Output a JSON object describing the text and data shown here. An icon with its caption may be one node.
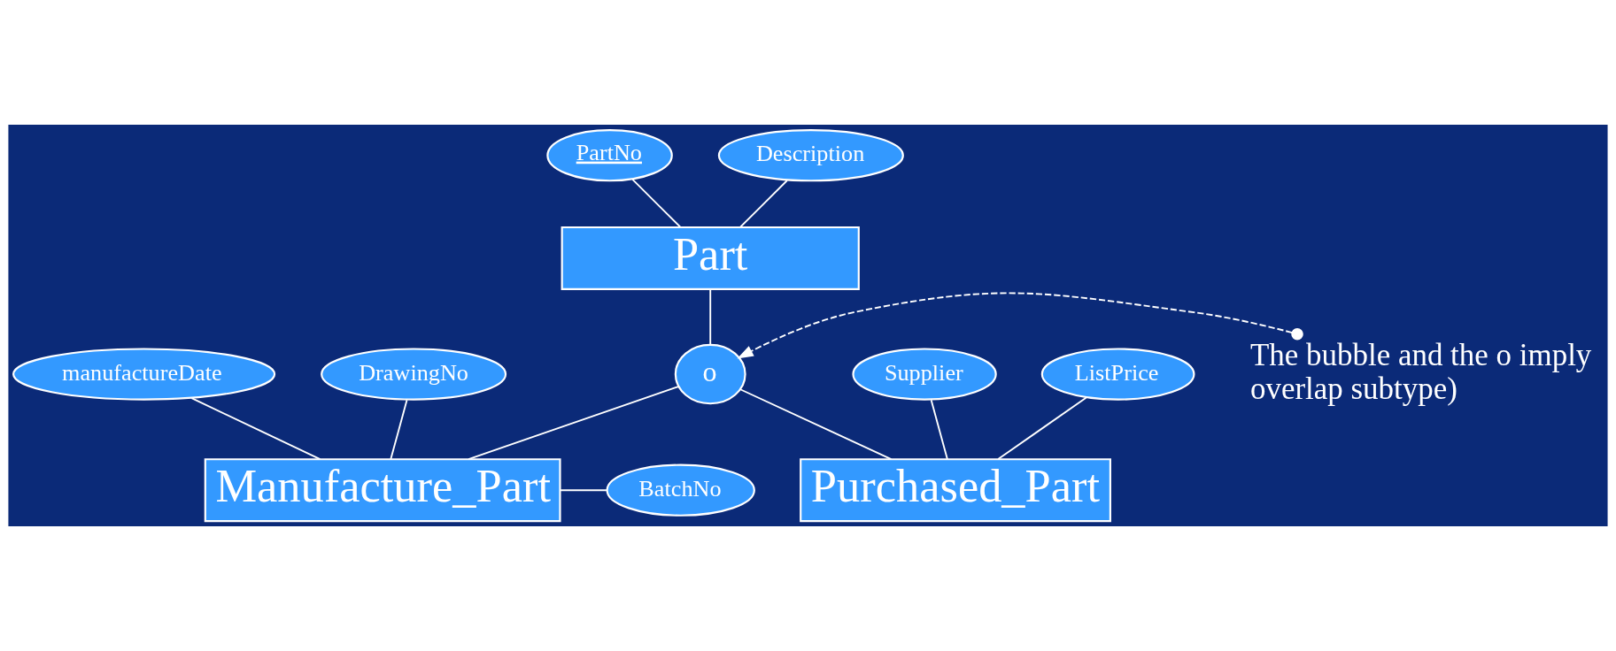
{
  "diagram": {
    "nodes": [
      {
        "text": [
          "PartNo"
        ]
      },
      {
        "text": [
          "Description"
        ]
      },
      {
        "text": [
          "Part"
        ]
      },
      {
        "text": [
          "The bubble and the o imply overlap subtype)"
        ]
      },
      {
        "text": [
          "o"
        ]
      },
      {
        "text": [
          "manufactureDate"
        ]
      },
      {
        "text": [
          "DrawingNo"
        ]
      },
      {
        "text": [
          "Manufacture_Part"
        ]
      },
      {
        "text": [
          "BatchNo"
        ]
      },
      {
        "text": [
          "Supplier"
        ]
      },
      {
        "text": [
          "ListPrice"
        ]
      },
      {
        "text": [
          "Purchased_Part"
        ]
      }
    ],
    "edges": [
      {
        "from": 0,
        "to": 2,
        "arrow": "none"
      },
      {
        "from": 1,
        "to": 2,
        "arrow": "none"
      },
      {
        "from": 2,
        "to": 4,
        "arrow": "none"
      },
      {
        "from": 3,
        "to": 4,
        "arrow": "to",
        "style": "dashed"
      },
      {
        "from": 4,
        "to": 7,
        "arrow": "none"
      },
      {
        "from": 4,
        "to": 11,
        "arrow": "none"
      },
      {
        "from": 5,
        "to": 7,
        "arrow": "none"
      },
      {
        "from": 6,
        "to": 7,
        "arrow": "none"
      },
      {
        "from": 7,
        "to": 8,
        "arrow": "none"
      },
      {
        "from": 9,
        "to": 11,
        "arrow": "none"
      },
      {
        "from": 10,
        "to": 11,
        "arrow": "none"
      }
    ]
  }
}
